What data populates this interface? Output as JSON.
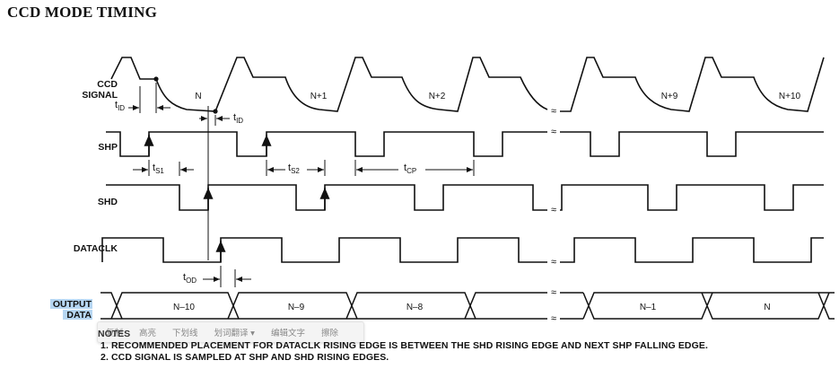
{
  "title": "CCD MODE TIMING",
  "signals": {
    "ccd": [
      "CCD",
      "SIGNAL"
    ],
    "shp": "SHP",
    "shd": "SHD",
    "dataclk": "DATACLK",
    "output": [
      "OUTPUT",
      "DATA"
    ]
  },
  "ccd_labels": [
    "N",
    "N+1",
    "N+2",
    "N+9",
    "N+10"
  ],
  "output_segments": [
    "N–10",
    "N–9",
    "N–8",
    "N–1",
    "N"
  ],
  "timing": {
    "tid": [
      "t",
      "ID"
    ],
    "ts1": [
      "t",
      "S1"
    ],
    "ts2": [
      "t",
      "S2"
    ],
    "tcp": [
      "t",
      "CP"
    ],
    "tod": [
      "t",
      "OD"
    ]
  },
  "break_mark": "≈",
  "notes_heading": "NOTES",
  "notes": [
    "1.  RECOMMENDED PLACEMENT FOR DATACLK RISING EDGE IS BETWEEN THE SHD RISING EDGE AND NEXT SHP FALLING EDGE.",
    "2.  CCD SIGNAL IS SAMPLED AT SHP AND SHD RISING EDGES."
  ],
  "toolbar": [
    "复制",
    "高亮",
    "下划线",
    "划词翻译 ▾",
    "编辑文字",
    "擦除"
  ]
}
